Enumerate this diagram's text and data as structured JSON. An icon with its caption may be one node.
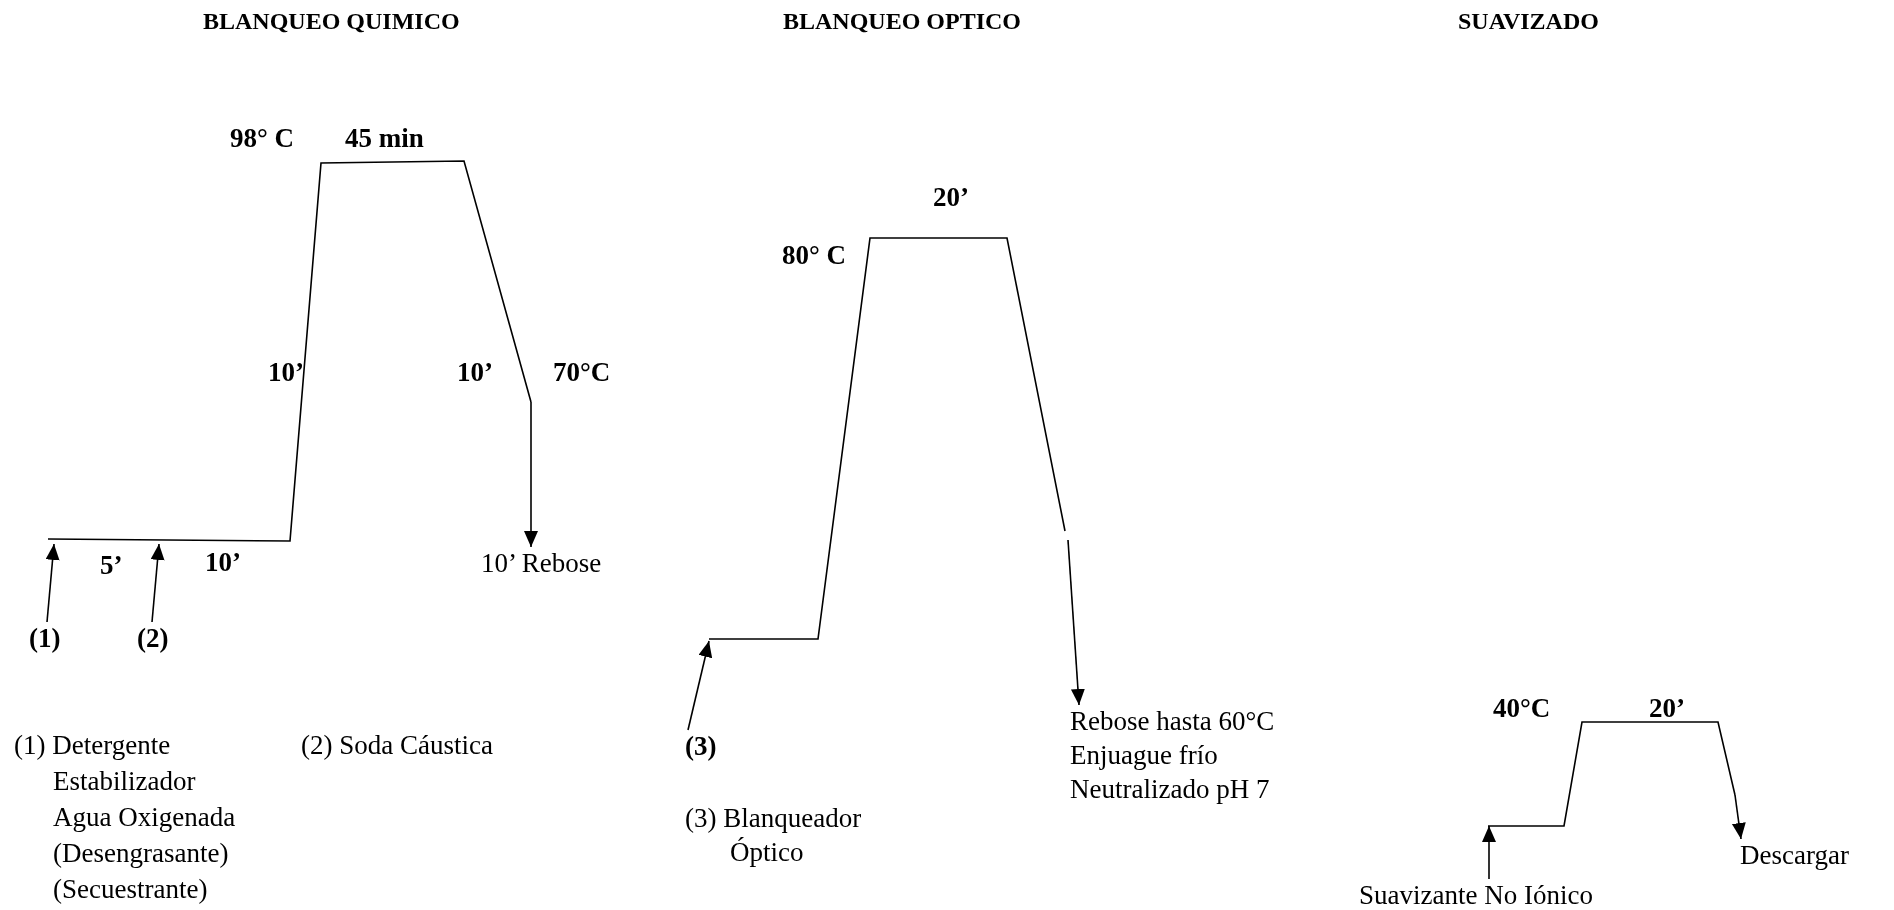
{
  "diagram": {
    "nodes": [
      {
        "text": [
          "(1)"
        ]
      },
      {
        "text": [
          "(2)"
        ]
      },
      {
        "text": [
          "10’ Rebose"
        ]
      },
      {
        "text": [
          "(3)"
        ]
      },
      {
        "text": [
          "Rebose hasta 60°C",
          "Enjuague frío",
          "Neutralizado pH 7"
        ]
      },
      {
        "text": [
          "Descargar"
        ]
      },
      {
        "text": [
          "Suavizante No Iónico"
        ]
      }
    ],
    "edges": [
      {
        "from": 0,
        "to": null,
        "arrow": "to"
      },
      {
        "from": 1,
        "to": null,
        "arrow": "to"
      },
      {
        "from": null,
        "to": 2,
        "arrow": "to"
      },
      {
        "from": 3,
        "to": null,
        "arrow": "to"
      },
      {
        "from": null,
        "to": 4,
        "arrow": "to"
      },
      {
        "from": null,
        "to": 5,
        "arrow": "to"
      },
      {
        "from": 6,
        "to": null,
        "arrow": "to"
      }
    ],
    "labels": [
      "BLANQUEO QUIMICO",
      "BLANQUEO OPTICO",
      "SUAVIZADO",
      "98° C",
      "45 min",
      "20’",
      "80° C",
      "10’",
      "10’",
      "70°C",
      "5’",
      "10’",
      "40°C",
      "20’",
      "(1) Detergente",
      "Estabilizador",
      "Agua Oxigenada",
      "(Desengrasante)",
      "(Secuestrante)",
      "(2) Soda Cáustica",
      "(3) Blanqueador Óptico"
    ]
  }
}
